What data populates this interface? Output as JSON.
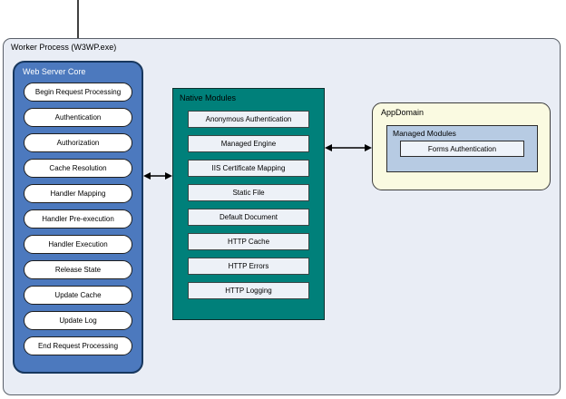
{
  "diagram": {
    "worker_process": {
      "title": "Worker Process (W3WP.exe)"
    },
    "web_server_core": {
      "title": "Web Server Core",
      "stages": [
        "Begin Request Processing",
        "Authentication",
        "Authorization",
        "Cache Resolution",
        "Handler Mapping",
        "Handler Pre-execution",
        "Handler Execution",
        "Release State",
        "Update Cache",
        "Update Log",
        "End Request Processing"
      ]
    },
    "native_modules": {
      "title": "Native Modules",
      "modules": [
        "Anonymous Authentication",
        "Managed Engine",
        "IIS Certificate Mapping",
        "Static File",
        "Default Document",
        "HTTP Cache",
        "HTTP Errors",
        "HTTP Logging"
      ]
    },
    "app_domain": {
      "title": "AppDomain",
      "managed_modules": {
        "title": "Managed Modules",
        "modules": [
          "Forms Authentication"
        ]
      }
    },
    "colors": {
      "worker_process_fill": "#E9EDF5",
      "web_server_core_fill": "#4C79BE",
      "web_server_core_border": "#17375E",
      "native_modules_fill": "#00807A",
      "module_item_fill": "#EDF1F7",
      "app_domain_fill": "#FAFAE1",
      "managed_modules_fill": "#B7CBE3",
      "arrow_color": "#000000"
    }
  }
}
